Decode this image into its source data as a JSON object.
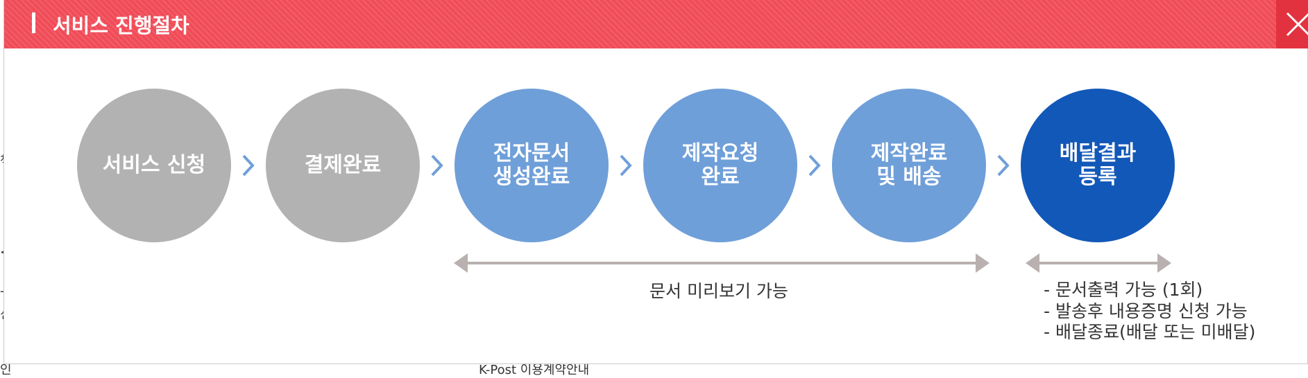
{
  "header": {
    "title": "서비스 진행절차",
    "background_color": "#f04c58",
    "close_icon": "close-icon"
  },
  "steps": [
    {
      "label": "서비스 신청",
      "color": "#b2b2b2"
    },
    {
      "label": "결제완료",
      "color": "#b2b2b2"
    },
    {
      "label": "전자문서\n생성완료",
      "color": "#6f9fd9"
    },
    {
      "label": "제작요청\n완료",
      "color": "#6f9fd9"
    },
    {
      "label": "제작완료\n및 배송",
      "color": "#6f9fd9"
    },
    {
      "label": "배달결과\n등록",
      "color": "#1258b8"
    }
  ],
  "separator_icon": "chevron-right-icon",
  "preview_range": {
    "label": "문서 미리보기 가능",
    "icon": "double-arrow-icon"
  },
  "result_range": {
    "icon": "double-arrow-icon",
    "notes": [
      "- 문서출력 가능 (1회)",
      "- 발송후 내용증명 신청 가능",
      "- 배달종료(배달 또는 미배달)"
    ]
  },
  "background_fragments": {
    "left": [
      "책",
      "<",
      "-",
      "신"
    ],
    "bottom_left": "인",
    "bottom_center": "K-Post 이용계약안내"
  }
}
